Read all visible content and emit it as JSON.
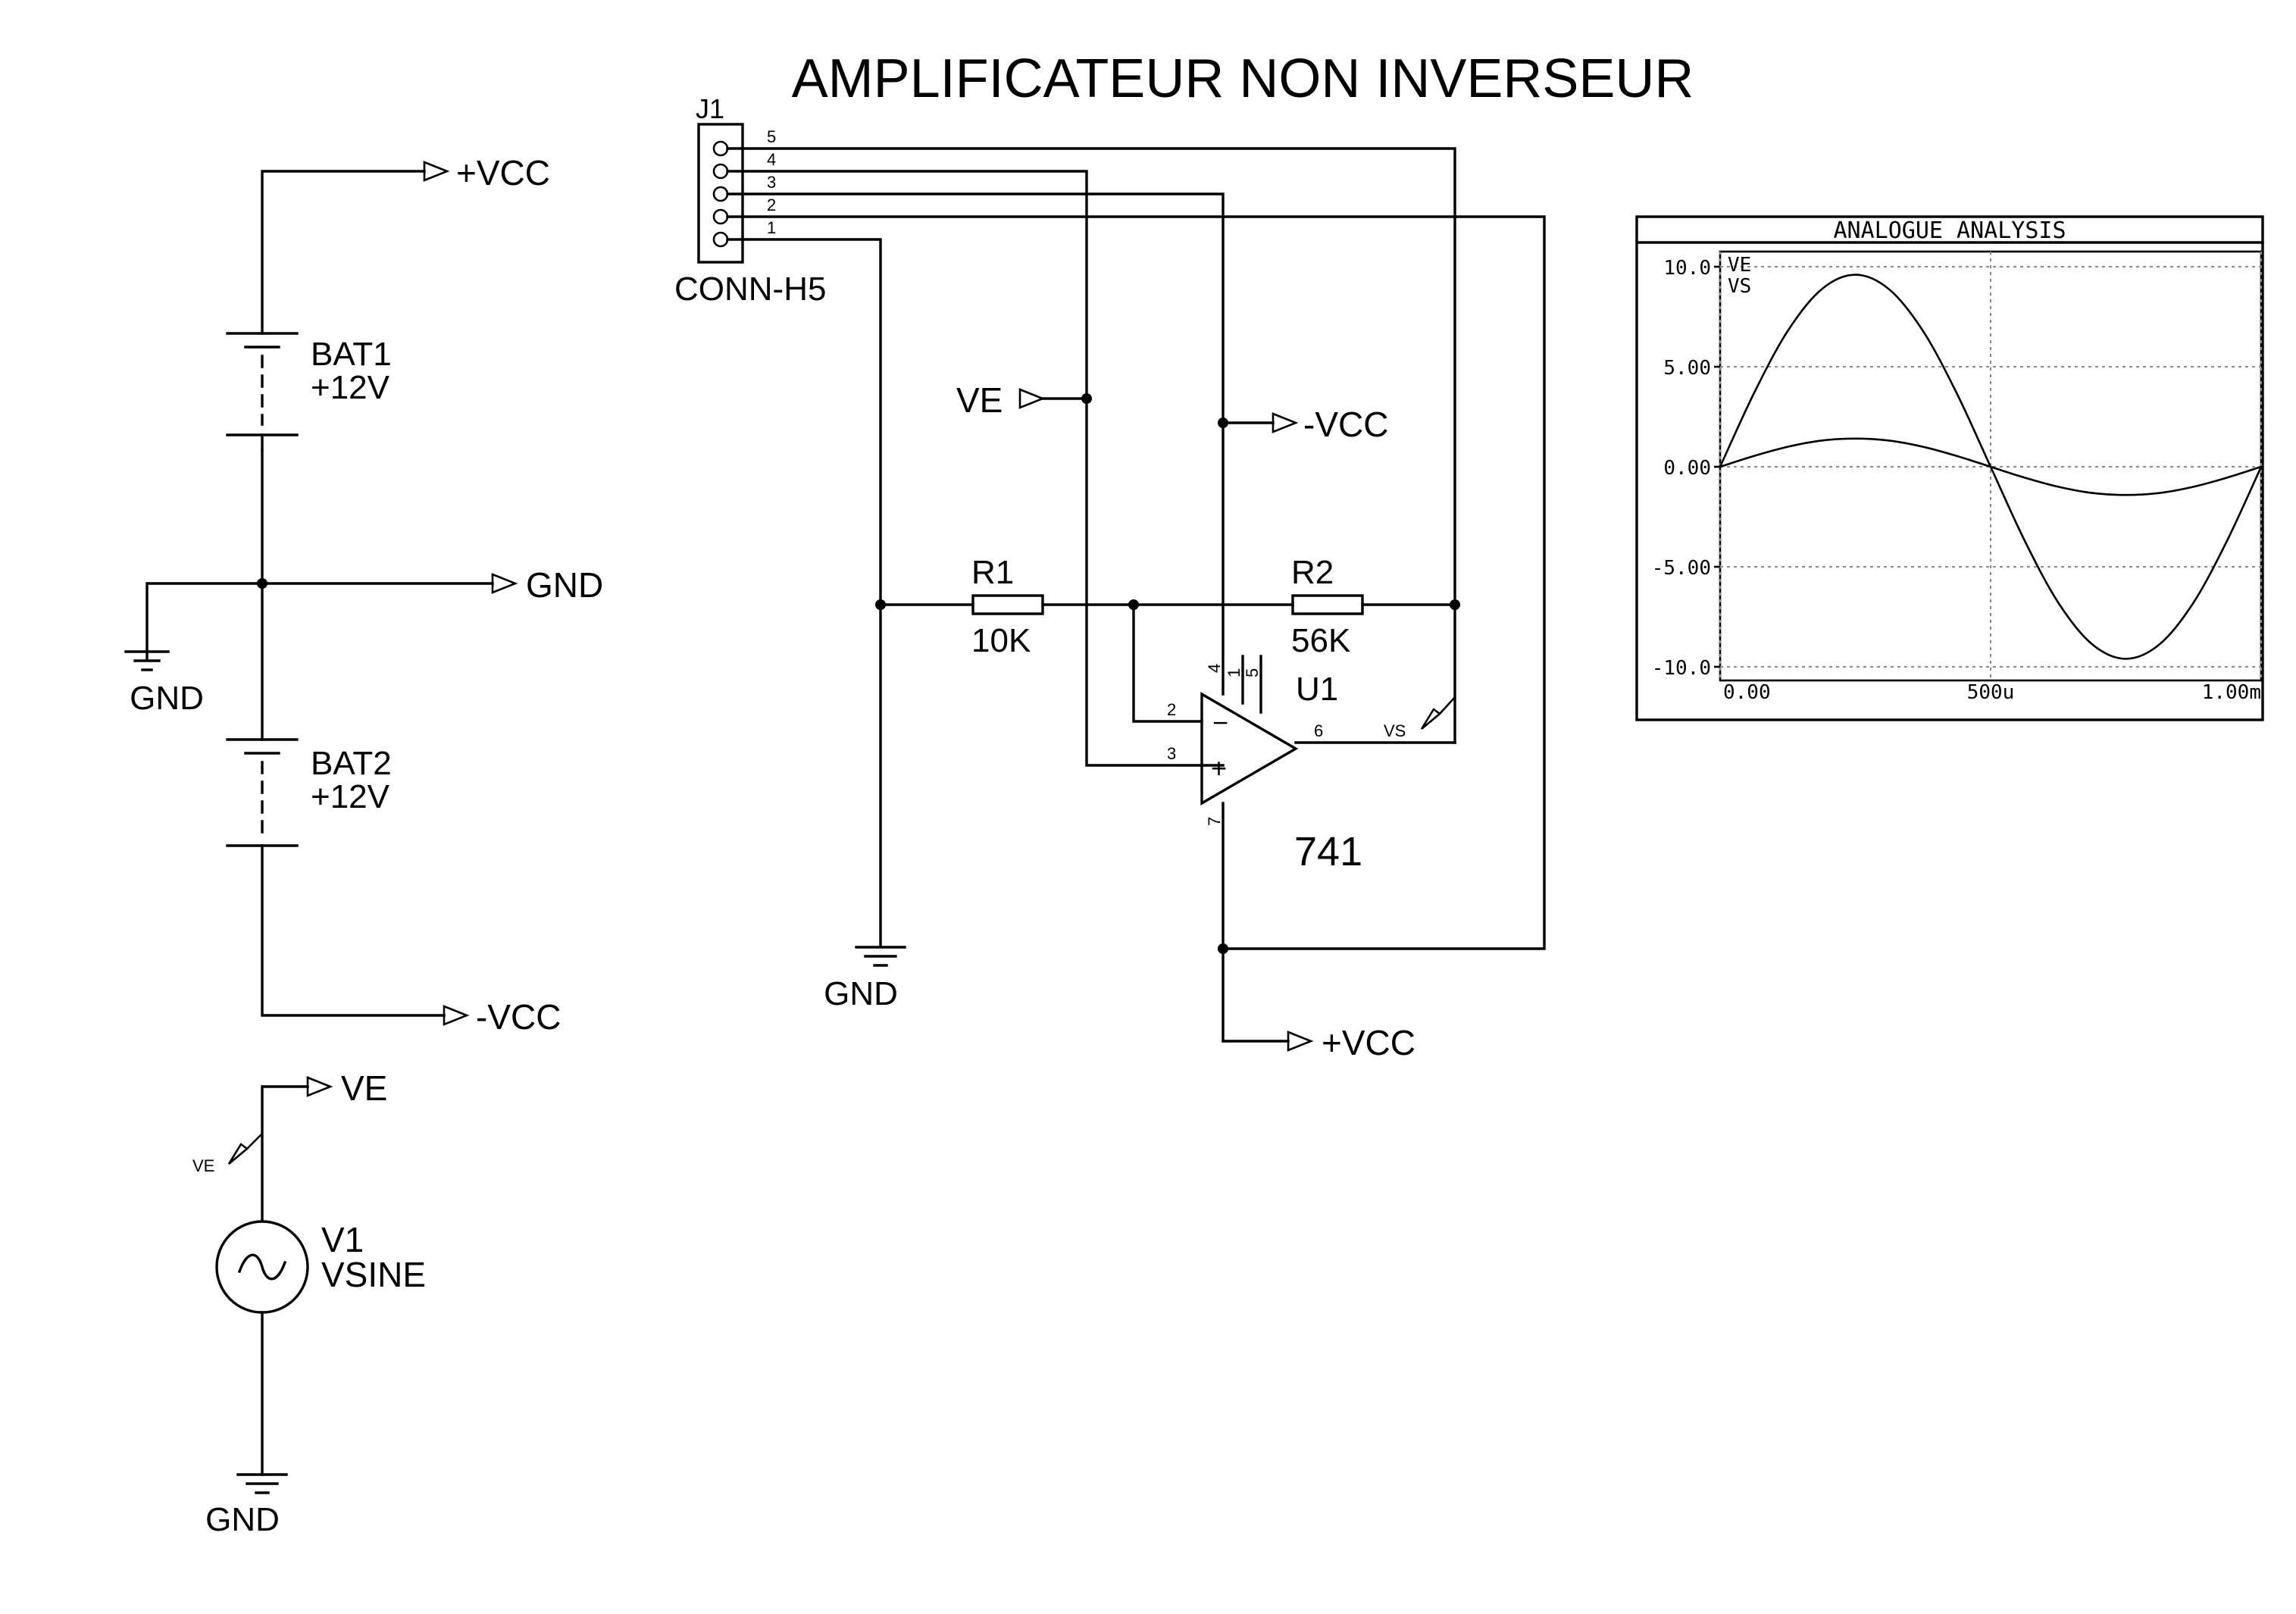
{
  "title": "AMPLIFICATEUR NON INVERSEUR",
  "power": {
    "bat1": {
      "ref": "BAT1",
      "value": "+12V"
    },
    "bat2": {
      "ref": "BAT2",
      "value": "+12V"
    },
    "vcc_pos_label": "+VCC",
    "vcc_neg_label": "-VCC",
    "gnd_terminal_label": "GND",
    "gnd_symbol_label": "GND"
  },
  "source": {
    "ref": "V1",
    "type": "VSINE",
    "terminal_label": "VE",
    "probe_label": "VE",
    "gnd_label": "GND"
  },
  "connector": {
    "ref": "J1",
    "type": "CONN-H5",
    "pins": [
      "5",
      "4",
      "3",
      "2",
      "1"
    ]
  },
  "amplifier": {
    "r1": {
      "ref": "R1",
      "value": "10K"
    },
    "r2": {
      "ref": "R2",
      "value": "56K"
    },
    "opamp_ref": "U1",
    "opamp_part": "741",
    "pins": {
      "inv": "2",
      "noninv": "3",
      "out": "6",
      "v_neg": "4",
      "offset1": "1",
      "offset2": "5",
      "v_pos": "7"
    },
    "minus_sign": "−",
    "plus_sign": "+",
    "ve_terminal_label": "VE",
    "vcc_neg_label": "-VCC",
    "vcc_pos_label": "+VCC",
    "gnd_label": "GND",
    "probe_vs_label": "VS"
  },
  "graph": {
    "title": "ANALOGUE ANALYSIS",
    "colors": {
      "trace": "#000000",
      "grid": "#8a8a8a"
    }
  },
  "chart_data": {
    "type": "line",
    "title": "ANALOGUE ANALYSIS",
    "xlabel": "",
    "ylabel": "",
    "xlim": [
      0,
      0.001
    ],
    "ylim": [
      -10,
      10
    ],
    "x_ticks": [
      0,
      0.0005,
      0.001
    ],
    "x_tick_labels": [
      "0.00",
      "500u",
      "1.00m"
    ],
    "y_ticks": [
      10,
      5,
      0,
      -5,
      -10
    ],
    "y_tick_labels": [
      "10.0",
      "5.00",
      "0.00",
      "-5.00",
      "-10.0"
    ],
    "grid": true,
    "legend": "top-left",
    "series": [
      {
        "name": "VE",
        "x": [
          0,
          6.25e-05,
          0.000125,
          0.0001875,
          0.00025,
          0.0003125,
          0.000375,
          0.0004375,
          0.0005,
          0.0005625,
          0.000625,
          0.0006875,
          0.00075,
          0.0008125,
          0.000875,
          0.0009375,
          0.001
        ],
        "y": [
          0,
          0.54,
          1.0,
          1.31,
          1.41,
          1.31,
          1.0,
          0.54,
          0,
          -0.54,
          -1.0,
          -1.31,
          -1.41,
          -1.31,
          -1.0,
          -0.54,
          0
        ]
      },
      {
        "name": "VS",
        "x": [
          0,
          6.25e-05,
          0.000125,
          0.0001875,
          0.00025,
          0.0003125,
          0.000375,
          0.0004375,
          0.0005,
          0.0005625,
          0.000625,
          0.0006875,
          0.00075,
          0.0008125,
          0.000875,
          0.0009375,
          0.001
        ],
        "y": [
          0,
          3.67,
          6.79,
          8.87,
          9.6,
          8.87,
          6.79,
          3.67,
          0,
          -3.67,
          -6.79,
          -8.87,
          -9.6,
          -8.87,
          -6.79,
          -3.67,
          0
        ]
      }
    ]
  }
}
